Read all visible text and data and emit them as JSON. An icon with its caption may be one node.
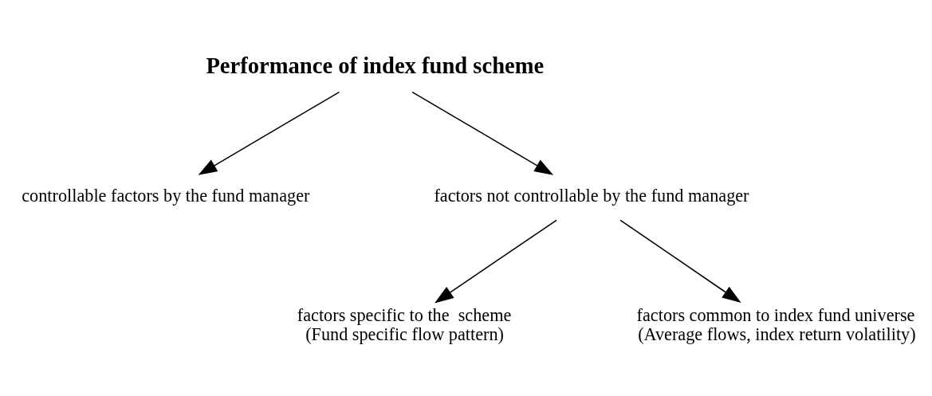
{
  "diagram": {
    "nodes": [
      {
        "text": [
          "Performance of index fund scheme"
        ]
      },
      {
        "text": [
          "controllable factors by the fund manager"
        ]
      },
      {
        "text": [
          "factors not controllable by the fund manager"
        ]
      },
      {
        "text": [
          "factors specific to the  scheme",
          "(Fund specific flow pattern)"
        ]
      },
      {
        "text": [
          "factors common to index fund universe",
          "(Average flows, index return volatility)"
        ]
      }
    ],
    "edges": [
      {
        "from": 0,
        "to": 1,
        "arrow": "to"
      },
      {
        "from": 0,
        "to": 2,
        "arrow": "to"
      },
      {
        "from": 2,
        "to": 3,
        "arrow": "to"
      },
      {
        "from": 2,
        "to": 4,
        "arrow": "to"
      }
    ]
  }
}
